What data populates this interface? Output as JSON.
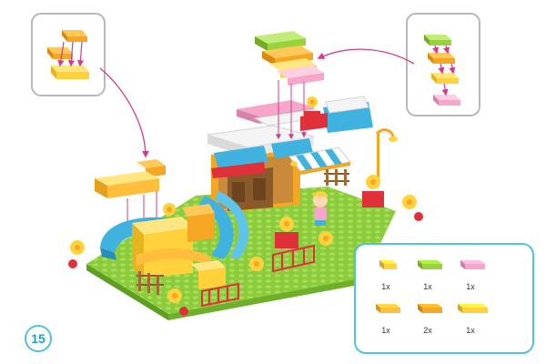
{
  "step": {
    "number": "15"
  },
  "colors": {
    "accent_teal": "#4fc3dc",
    "callout_gray": "#b8b8b8",
    "arrow_magenta": "#d23c8c",
    "baseplate_green": "#8ccc3c",
    "slide_blue": "#3fb2e0",
    "brick_yellow": "#ffd23c",
    "brick_orange": "#f5a623",
    "brick_lime": "#9ad23c",
    "brick_pink": "#f6a6c8",
    "brick_red": "#e0303a",
    "brick_white": "#f4f4f4"
  },
  "parts_list": [
    {
      "brick": "yellow-2x2-brick",
      "color": "#ffd23c",
      "qty": "1x"
    },
    {
      "brick": "lime-2x4-brick",
      "color": "#9ad23c",
      "qty": "1x"
    },
    {
      "brick": "pink-2x4-brick",
      "color": "#f6a6c8",
      "qty": "1x"
    },
    {
      "brick": "yellow-orange-2x4-brick",
      "color": "#ffbe3c",
      "qty": "1x"
    },
    {
      "brick": "orange-2x4-brick",
      "color": "#f5a623",
      "qty": "2x"
    },
    {
      "brick": "yellow-2x6-brick",
      "color": "#ffd23c",
      "qty": "1x"
    }
  ]
}
